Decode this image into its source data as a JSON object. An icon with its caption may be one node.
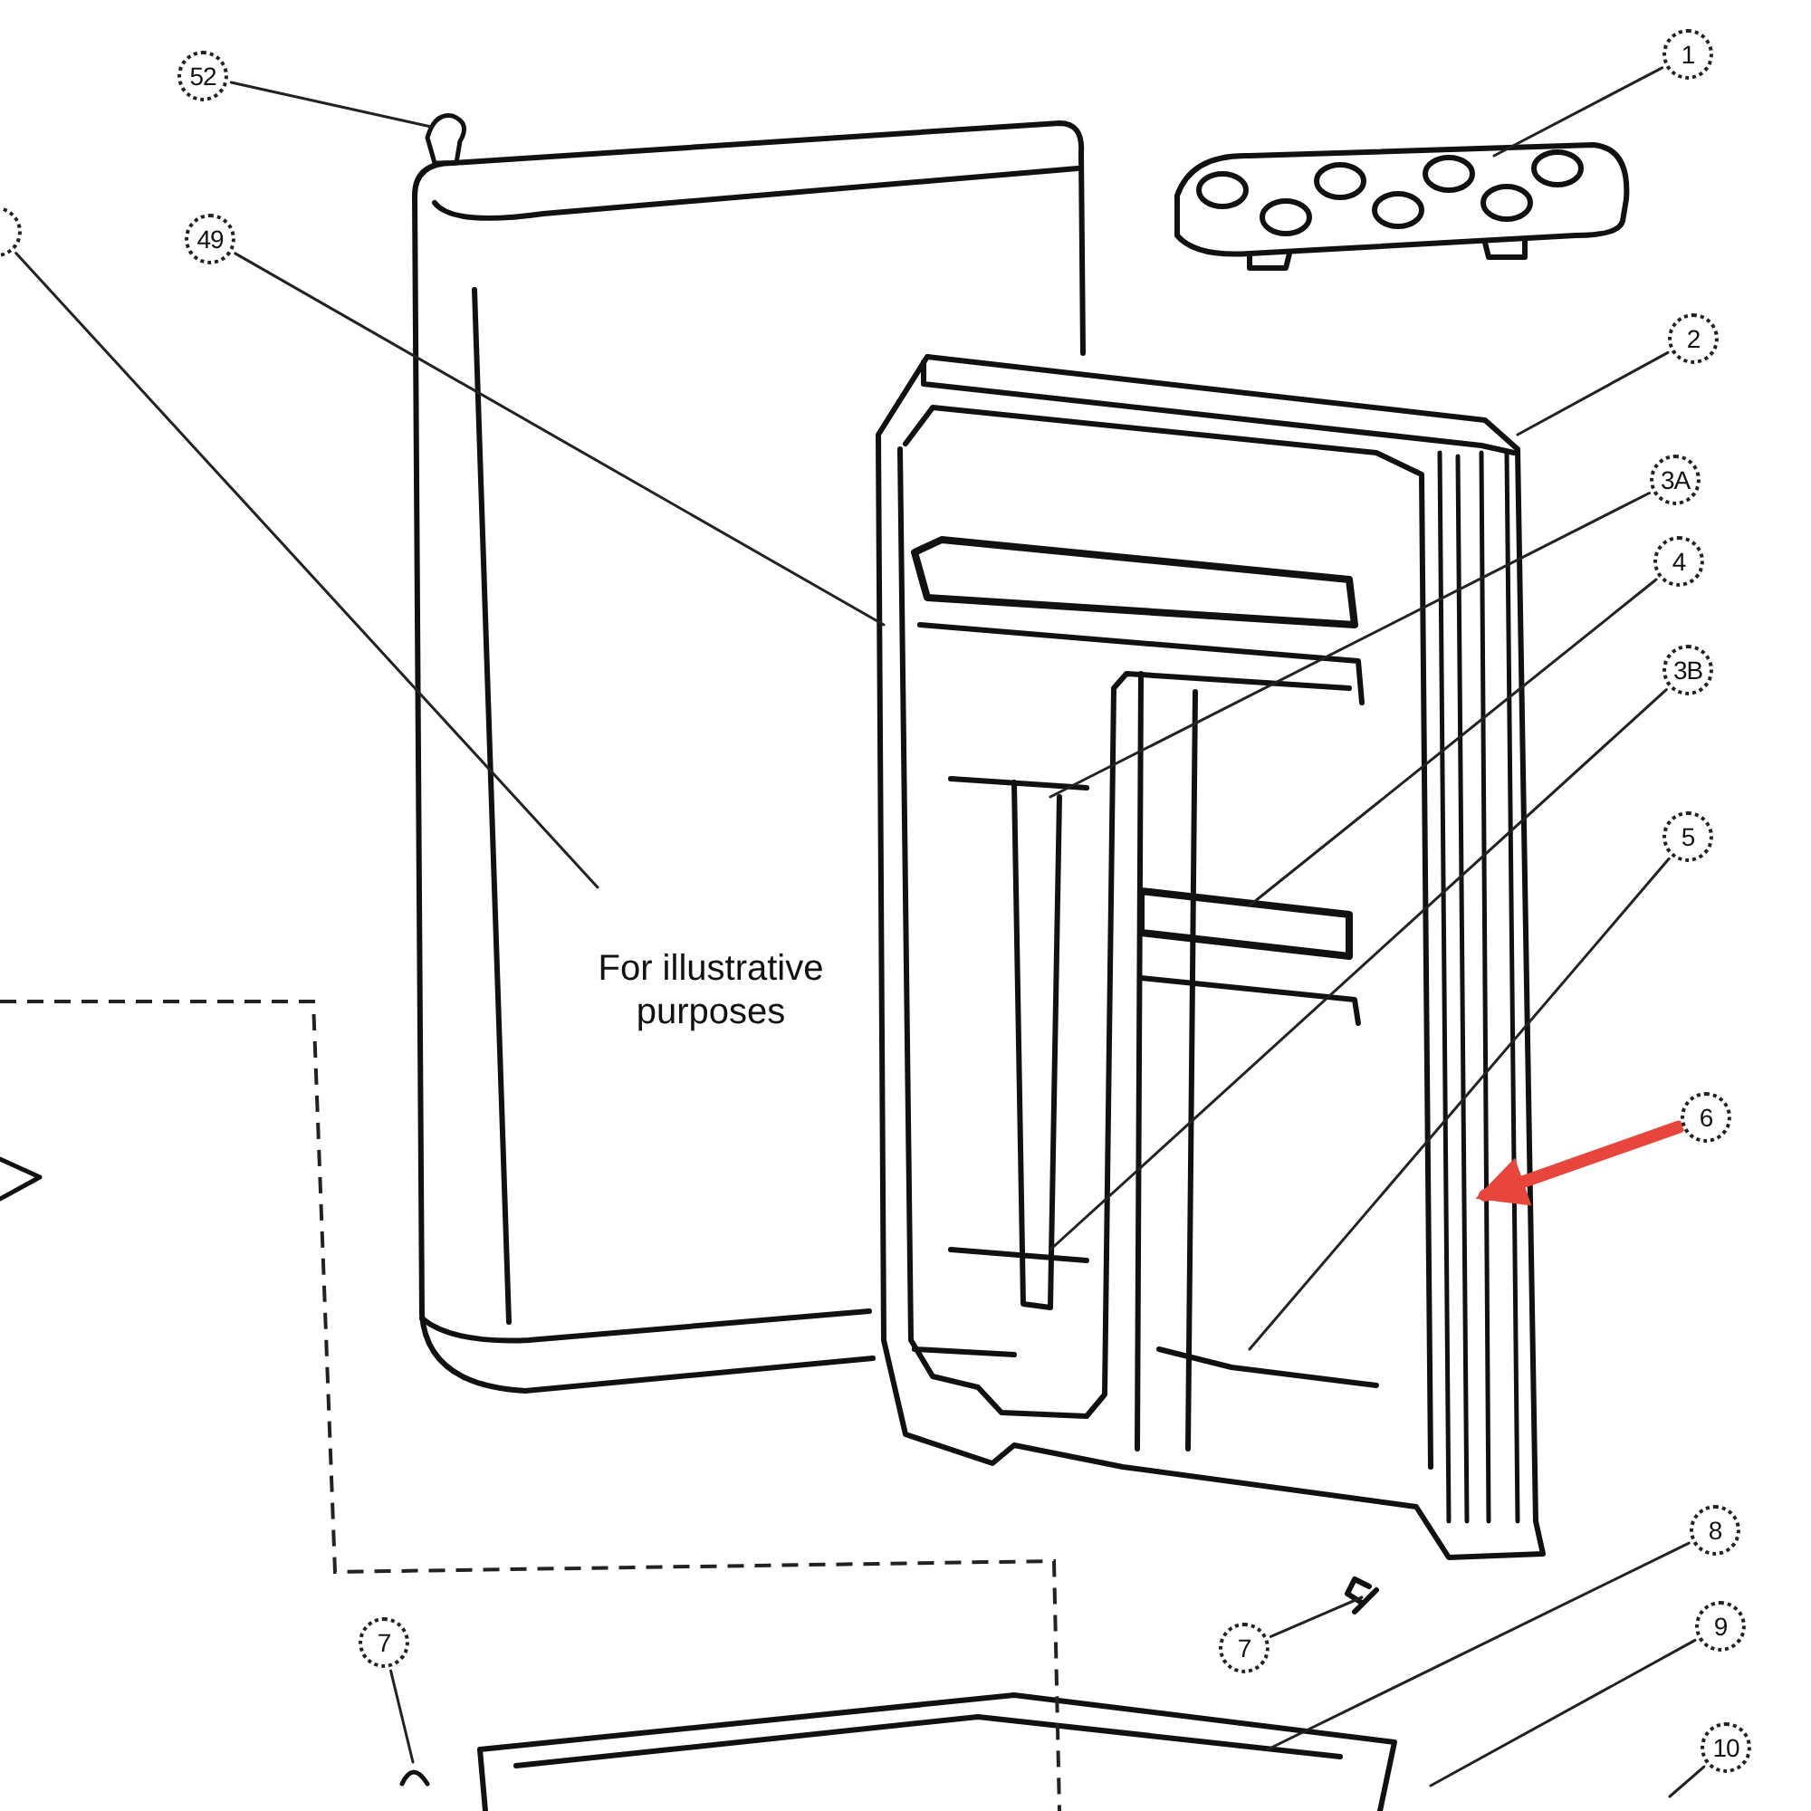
{
  "diagram": {
    "nodes": [
      {
        "text": [
          "1"
        ]
      },
      {
        "text": [
          "52"
        ]
      },
      {
        "text": [],
        "shape": "circle"
      },
      {
        "text": [
          "49"
        ]
      },
      {
        "text": [
          "2"
        ]
      },
      {
        "text": [
          "3A"
        ]
      },
      {
        "text": [
          "4"
        ]
      },
      {
        "text": [
          "3B"
        ]
      },
      {
        "text": [
          "5"
        ]
      },
      {
        "text": [
          "6"
        ]
      },
      {
        "text": [
          "8"
        ]
      },
      {
        "text": [
          "9"
        ]
      },
      {
        "text": [
          "7"
        ]
      },
      {
        "text": [
          "7"
        ]
      },
      {
        "text": [
          "10"
        ]
      }
    ],
    "edges": [
      {
        "from": 0,
        "to": null,
        "arrow": "none"
      },
      {
        "from": 1,
        "to": null,
        "arrow": "none"
      },
      {
        "from": 2,
        "to": null,
        "arrow": "none"
      },
      {
        "from": 3,
        "to": null,
        "arrow": "none"
      },
      {
        "from": 4,
        "to": null,
        "arrow": "none"
      },
      {
        "from": 5,
        "to": null,
        "arrow": "none"
      },
      {
        "from": 6,
        "to": null,
        "arrow": "none"
      },
      {
        "from": 7,
        "to": null,
        "arrow": "none"
      },
      {
        "from": 8,
        "to": null,
        "arrow": "none"
      },
      {
        "from": 9,
        "to": null,
        "arrow": "to",
        "style": "thick",
        "color": "#e8453c"
      },
      {
        "from": 10,
        "to": null,
        "arrow": "none"
      },
      {
        "from": 11,
        "to": null,
        "arrow": "none"
      },
      {
        "from": 12,
        "to": null,
        "arrow": "none"
      },
      {
        "from": 13,
        "to": null,
        "arrow": "none"
      },
      {
        "from": 14,
        "to": null,
        "arrow": "none"
      }
    ],
    "labels": [
      "For illustrative purposes"
    ]
  }
}
